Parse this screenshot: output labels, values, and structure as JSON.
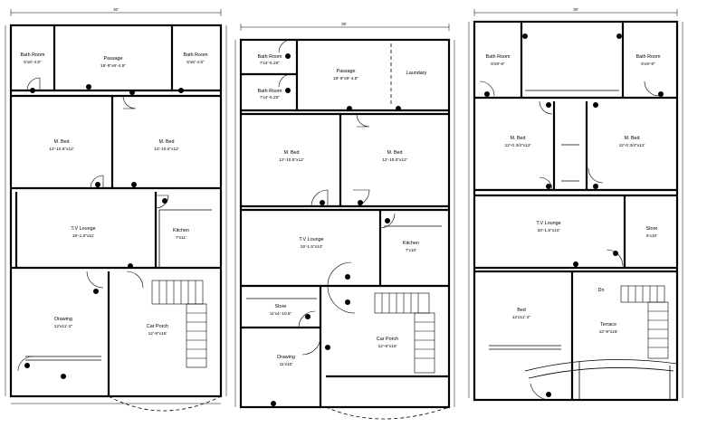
{
  "plans": [
    {
      "overall_width": "30'",
      "rooms": [
        {
          "name": "Bath Room",
          "size": "5'x6'-4.5\""
        },
        {
          "name": "Passage",
          "size": "15'-9\"x6'-4.5\""
        },
        {
          "name": "Bath Room",
          "size": "5'x6'-4.5\""
        },
        {
          "name": "M. Bed",
          "size": "12'-10.5\"x12'"
        },
        {
          "name": "M. Bed",
          "size": "12'-10.5\"x12'"
        },
        {
          "name": "T.V Lounge",
          "size": "19'-1.5\"x11'"
        },
        {
          "name": "Kitchen",
          "size": "7'x11'"
        },
        {
          "name": "Drawing",
          "size": "12'x11'-2\""
        },
        {
          "name": "Car Porch",
          "size": "12'-9\"x16'"
        }
      ]
    },
    {
      "overall_width": "35'",
      "rooms": [
        {
          "name": "Bath Room",
          "size": "7'x4'-5.25\""
        },
        {
          "name": "Bath Room",
          "size": "7'x4'-5.25\""
        },
        {
          "name": "Passage",
          "size": "16'-9\"x9'-4.5\""
        },
        {
          "name": "Laundary",
          "size": ""
        },
        {
          "name": "M. Bed",
          "size": "12'-10.5\"x12'"
        },
        {
          "name": "M. Bed",
          "size": "12'-10.5\"x12'"
        },
        {
          "name": "T.V Lounge",
          "size": "19'-1.5\"x10'"
        },
        {
          "name": "Kitchen",
          "size": "7'x10'"
        },
        {
          "name": "Store",
          "size": "11'x4'-10.5\""
        },
        {
          "name": "Drawing",
          "size": "11'x10'"
        },
        {
          "name": "Car Porch",
          "size": "12'-9\"x16'"
        }
      ]
    },
    {
      "overall_width": "30'",
      "rooms": [
        {
          "name": "Bath Room",
          "size": "6'x9'-9\""
        },
        {
          "name": "Bath Room",
          "size": "6'x9'-9\""
        },
        {
          "name": "M. Bed",
          "size": "12'-0 3/4\"x12'"
        },
        {
          "name": "M. Bed",
          "size": "12'-0 3/4\"x12'"
        },
        {
          "name": "T.V Lounge",
          "size": "20'-1.5\"x10'"
        },
        {
          "name": "Store",
          "size": "6'x10'"
        },
        {
          "name": "Bed",
          "size": "12'x11'-2\""
        },
        {
          "name": "Terrace",
          "size": "12'-9\"x16'"
        },
        {
          "name": "Dn",
          "size": ""
        }
      ]
    }
  ]
}
